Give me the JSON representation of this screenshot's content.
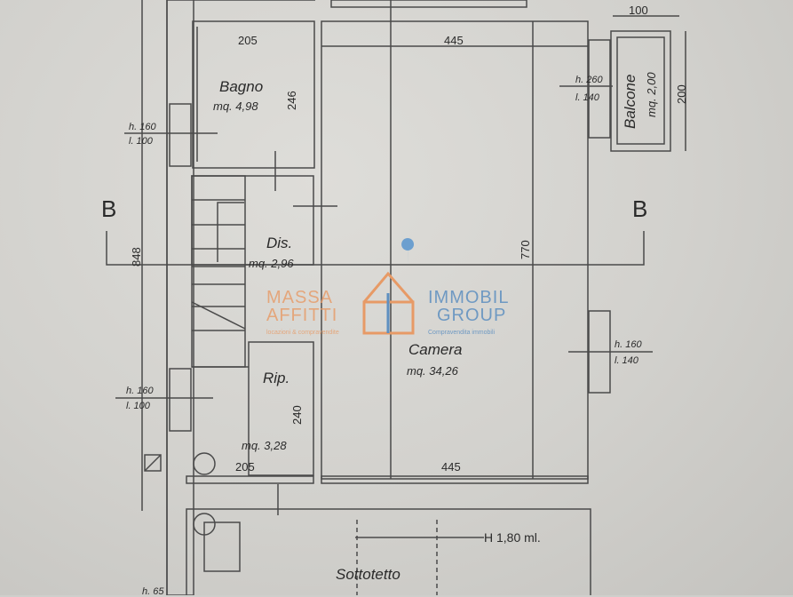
{
  "rooms": {
    "bagno": {
      "name": "Bagno",
      "area": "mq. 4,98"
    },
    "dis": {
      "name": "Dis.",
      "area": "mq. 2,96"
    },
    "rip": {
      "name": "Rip.",
      "area": "mq. 3,28"
    },
    "camera": {
      "name": "Camera",
      "area": "mq. 34,26"
    },
    "balcone": {
      "name": "Balcone",
      "area": "mq. 2,00"
    },
    "sottotetto": {
      "name": "Sottotetto"
    }
  },
  "dimensions": {
    "bagno_width": "205",
    "bagno_height": "246",
    "camera_width_top": "445",
    "camera_width_bottom": "445",
    "rip_width": "205",
    "rip_height": "240",
    "overall_height": "848",
    "camera_height": "770",
    "balcone_width": "100",
    "balcone_height": "200"
  },
  "windows": {
    "left_upper": {
      "h": "h. 160",
      "l": "l. 100"
    },
    "left_lower": {
      "h": "h. 160",
      "l": "l. 100"
    },
    "balcone_door": {
      "h": "h. 260",
      "l": "l. 140"
    },
    "right": {
      "h": "h. 160",
      "l": "l. 140"
    }
  },
  "section": {
    "left": "B",
    "right": "B"
  },
  "attic_height": "H 1,80 ml.",
  "bottom_fragment": "h. 65",
  "watermark": {
    "left_line1": "MASSA",
    "left_line2": "AFFITTI",
    "left_sub": "locazioni & compravendite",
    "right_line1": "IMMOBIL",
    "right_line2": "GROUP",
    "right_sub": "Compravendita immobili",
    "colors": {
      "orange": "#e79a66",
      "blue": "#5d8fc0"
    }
  }
}
